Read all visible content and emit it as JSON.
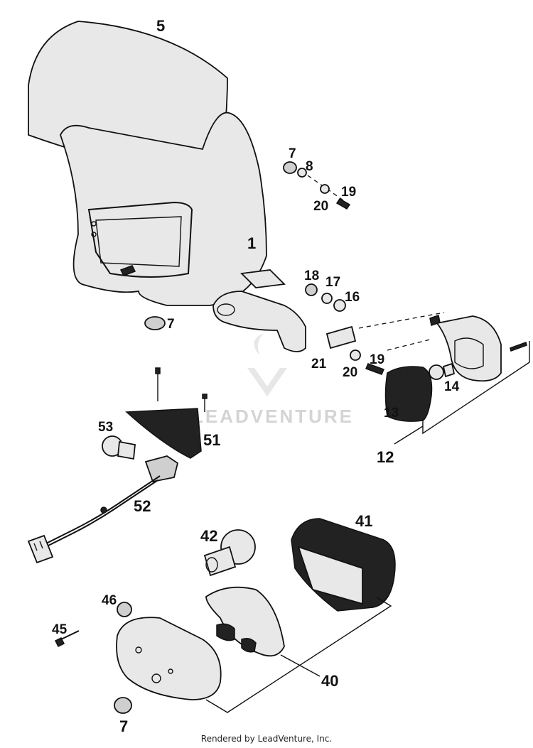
{
  "watermark": "LEADVENTURE",
  "footer": "Rendered by LeadVenture, Inc.",
  "parts": [
    {
      "id": "5"
    },
    {
      "id": "1"
    },
    {
      "id": "7a",
      "label": "7"
    },
    {
      "id": "8"
    },
    {
      "id": "19a",
      "label": "19"
    },
    {
      "id": "20a",
      "label": "20"
    },
    {
      "id": "18"
    },
    {
      "id": "17"
    },
    {
      "id": "16"
    },
    {
      "id": "7b",
      "label": "7"
    },
    {
      "id": "21"
    },
    {
      "id": "20b",
      "label": "20"
    },
    {
      "id": "19b",
      "label": "19"
    },
    {
      "id": "14"
    },
    {
      "id": "13"
    },
    {
      "id": "12"
    },
    {
      "id": "53"
    },
    {
      "id": "51"
    },
    {
      "id": "52"
    },
    {
      "id": "42"
    },
    {
      "id": "41"
    },
    {
      "id": "46"
    },
    {
      "id": "45"
    },
    {
      "id": "40"
    },
    {
      "id": "7c",
      "label": "7"
    }
  ],
  "labels": {
    "p5": "5",
    "p1": "1",
    "p7a": "7",
    "p8": "8",
    "p19a": "19",
    "p20a": "20",
    "p18": "18",
    "p17": "17",
    "p16": "16",
    "p7b": "7",
    "p21": "21",
    "p20b": "20",
    "p19b": "19",
    "p14": "14",
    "p13": "13",
    "p12": "12",
    "p53": "53",
    "p51": "51",
    "p52": "52",
    "p42": "42",
    "p41": "41",
    "p46": "46",
    "p45": "45",
    "p40": "40",
    "p7c": "7"
  }
}
